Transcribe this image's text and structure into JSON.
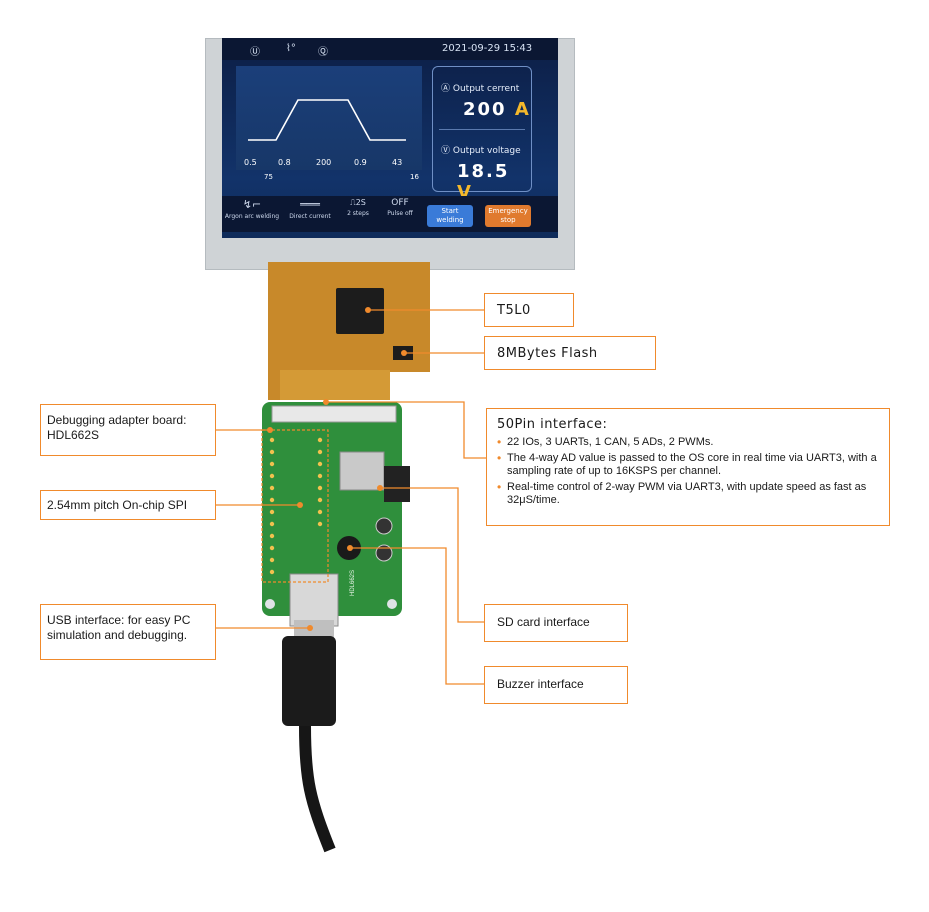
{
  "lcd": {
    "date_time": "2021-09-29   15:43",
    "graph_labels_top": [
      "0.5",
      "0.8",
      "200",
      "0.9",
      "43"
    ],
    "graph_labels_bottom": [
      "75",
      "16"
    ],
    "output_current_label": "Output cerrent",
    "output_current_value": "200",
    "output_current_unit": "A",
    "output_voltage_label": "Output voltage",
    "output_voltage_value": "18.5",
    "output_voltage_unit": "V",
    "tools": [
      "Argon arc welding",
      "Direct current",
      "2 steps",
      "Pulse off"
    ],
    "tool_glyphs": [
      "OFF"
    ],
    "tool_glyph_2s": "2S",
    "start_button": "Start welding",
    "stop_button": "Emergency stop"
  },
  "callouts": {
    "t5l0": "T5L0",
    "flash": "8MBytes Flash",
    "debug_board": "Debugging adapter board: HDL662S",
    "spi": "2.54mm pitch On-chip SPI",
    "usb": "USB interface:  for easy PC simulation and debugging.",
    "sd": "SD card interface",
    "buzzer": "Buzzer interface",
    "pin50_title": "50Pin interface:",
    "pin50_items": [
      "22 IOs, 3 UARTs, 1 CAN, 5 ADs, 2 PWMs.",
      "The 4-way AD value is passed to the OS core in real time via UART3, with a sampling rate of up to 16KSPS per channel.",
      "Real-time control of 2-way PWM via UART3, with update speed as fast as 32μS/time."
    ]
  },
  "board": {
    "silkscreen": "HDL662S"
  },
  "colors": {
    "accent": "#f08a2c",
    "pcb": "#2f8f3c",
    "flex": "#c8892a",
    "lcd_bg": "#12336a"
  }
}
